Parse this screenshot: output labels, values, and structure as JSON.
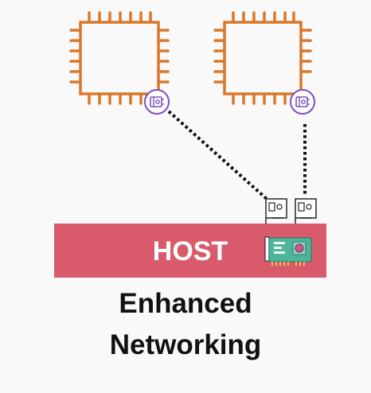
{
  "diagram": {
    "host_label": "HOST",
    "caption_line1": "Enhanced",
    "caption_line2": "Networking"
  },
  "icons": {
    "instance": "ec2-instance-chip-icon",
    "vnic": "virtual-network-interface-icon",
    "physical_nic": "physical-network-card-icon"
  },
  "colors": {
    "background": "#f9f9f9",
    "chip_stroke": "#d9782a",
    "vnic_circle": "#7b4fc0",
    "host_bar": "#d95b6b",
    "nic_board": "#4fb59a",
    "dotted_link": "#111111"
  }
}
